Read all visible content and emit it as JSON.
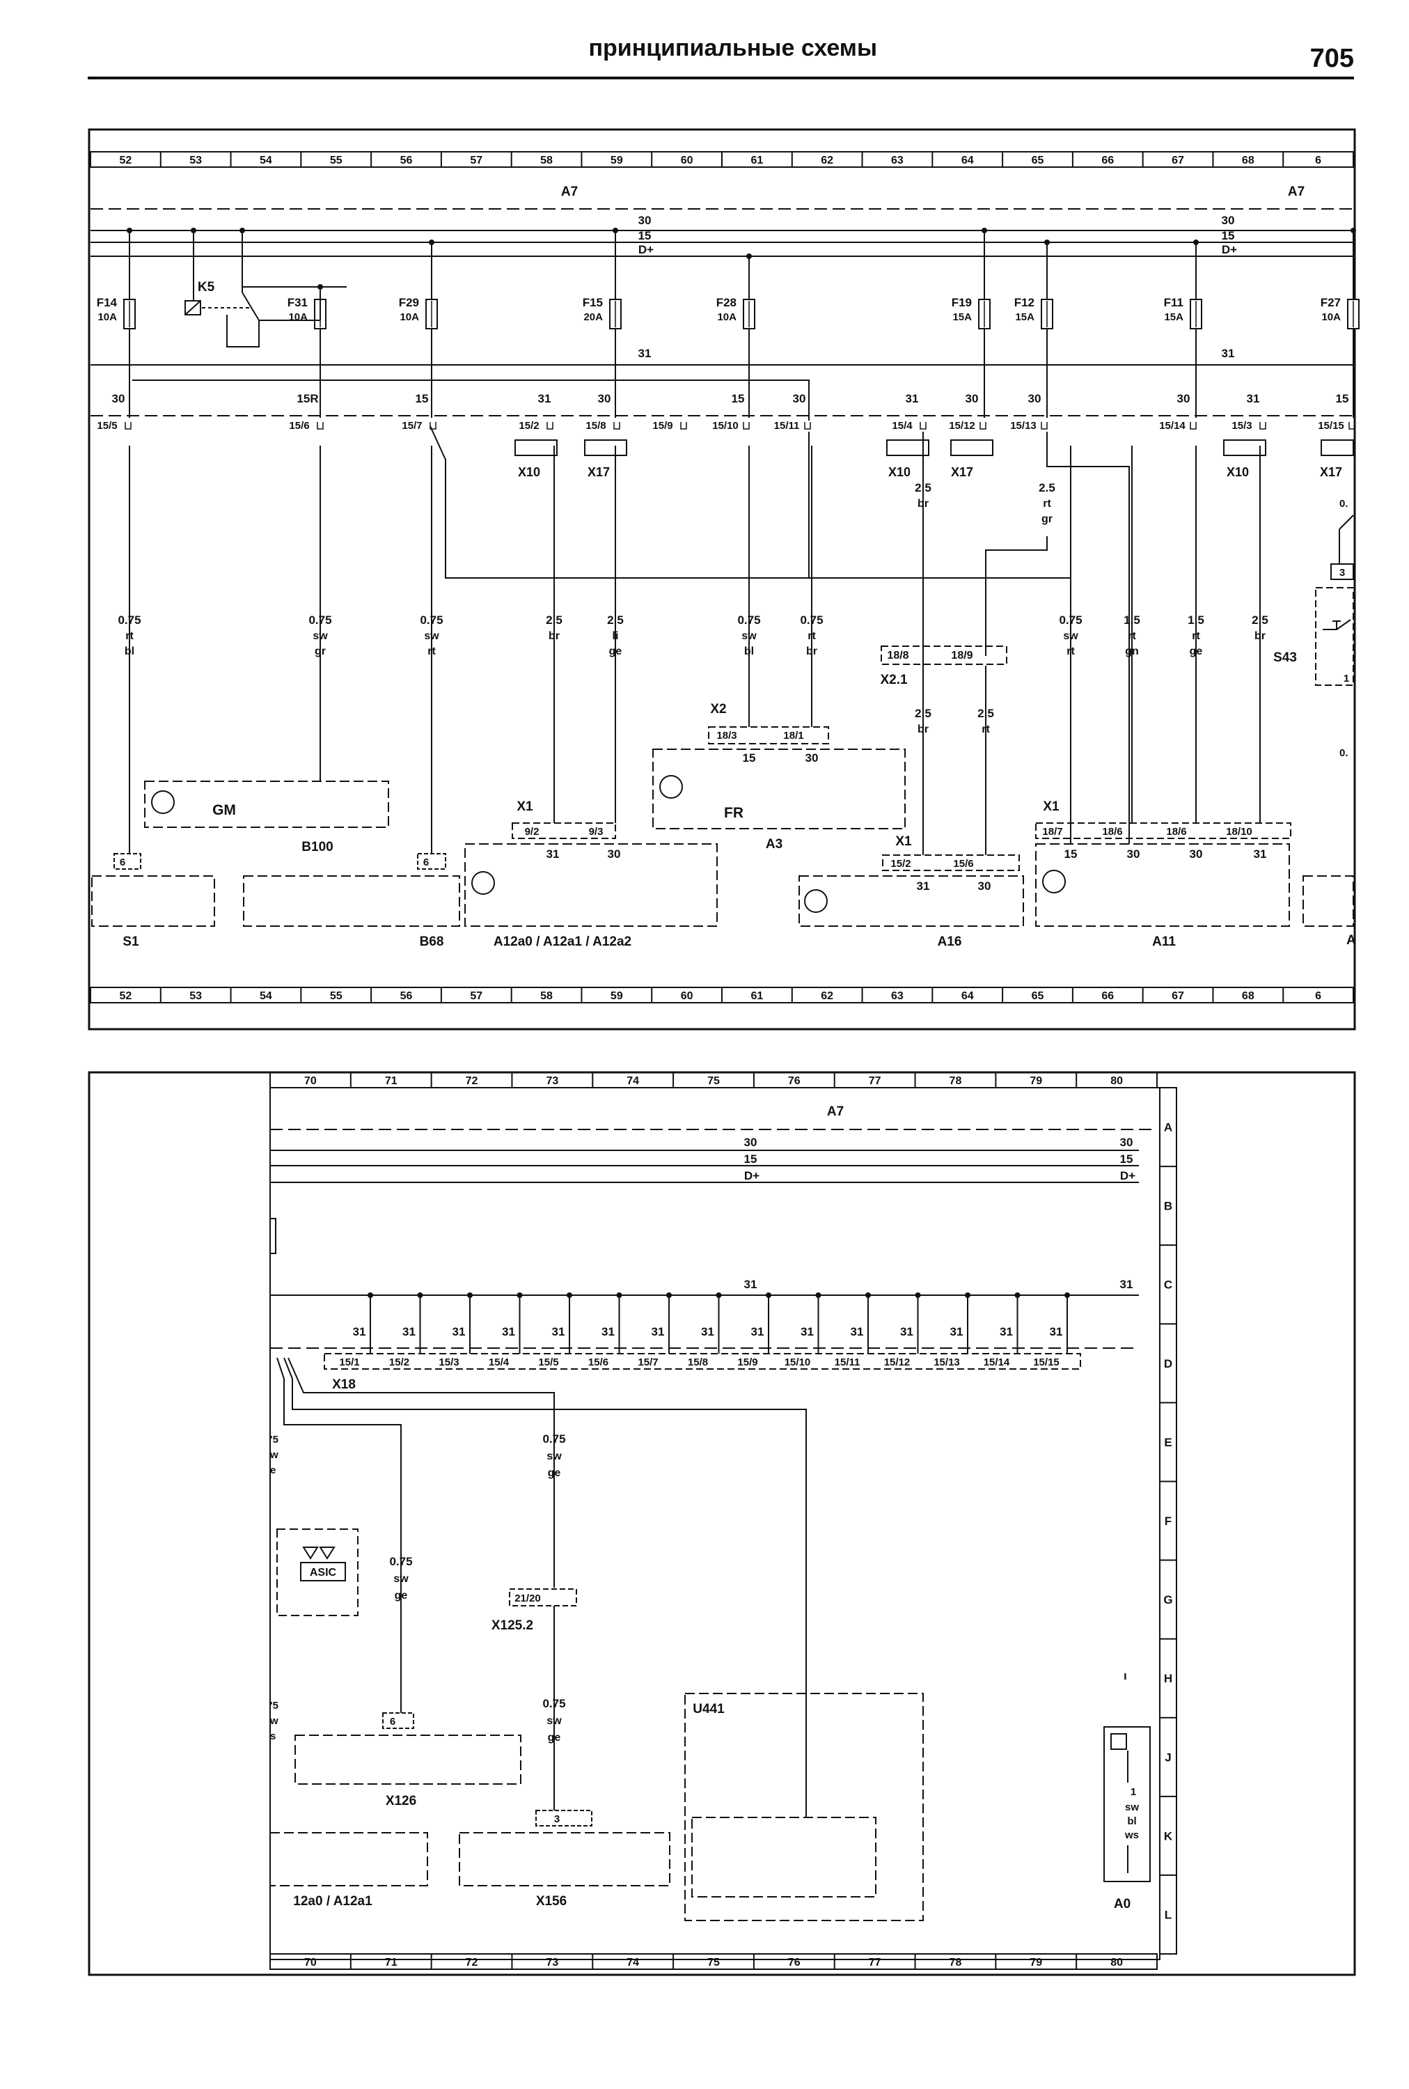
{
  "header": {
    "title": "принципиальные схемы",
    "page_number": "705"
  },
  "top_panel": {
    "grid_numbers": [
      "52",
      "53",
      "54",
      "55",
      "56",
      "57",
      "58",
      "59",
      "60",
      "61",
      "62",
      "63",
      "64",
      "65",
      "66",
      "67",
      "68",
      "6"
    ],
    "bus_label_left": "A7",
    "bus_label_right": "A7",
    "bus_lines": [
      "30",
      "15",
      "D+"
    ],
    "ground_label": "31",
    "fuses": [
      {
        "name": "F14",
        "rating": "10A"
      },
      {
        "name": "F31",
        "rating": "10A"
      },
      {
        "name": "F29",
        "rating": "10A"
      },
      {
        "name": "F15",
        "rating": "20A"
      },
      {
        "name": "F28",
        "rating": "10A"
      },
      {
        "name": "F19",
        "rating": "15A"
      },
      {
        "name": "F12",
        "rating": "15A"
      },
      {
        "name": "F11",
        "rating": "15A"
      },
      {
        "name": "F27",
        "rating": "10A"
      }
    ],
    "relay": "K5",
    "terminal_labels": [
      "30",
      "15R",
      "15",
      "31",
      "30",
      "15",
      "30",
      "31",
      "30",
      "30",
      "30",
      "31",
      "15"
    ],
    "connector_pins": [
      "15/5",
      "15/6",
      "15/7",
      "15/2",
      "15/8",
      "15/9",
      "15/10",
      "15/11",
      "15/4",
      "15/12",
      "15/13",
      "15/14",
      "15/3",
      "15/15"
    ],
    "connectors": [
      "X10",
      "X17",
      "X10",
      "X17",
      "X10",
      "X17"
    ],
    "wires": [
      {
        "gauge": "0.75",
        "c1": "rt",
        "c2": "bl"
      },
      {
        "gauge": "0.75",
        "c1": "sw",
        "c2": "gr"
      },
      {
        "gauge": "0.75",
        "c1": "sw",
        "c2": "rt"
      },
      {
        "gauge": "2.5",
        "c1": "br",
        "c2": ""
      },
      {
        "gauge": "2.5",
        "c1": "li",
        "c2": "ge"
      },
      {
        "gauge": "0.75",
        "c1": "sw",
        "c2": "bl"
      },
      {
        "gauge": "0.75",
        "c1": "rt",
        "c2": "br"
      },
      {
        "gauge": "0.75",
        "c1": "sw",
        "c2": "rt"
      },
      {
        "gauge": "1.5",
        "c1": "rt",
        "c2": "gn"
      },
      {
        "gauge": "1.5",
        "c1": "rt",
        "c2": "ge"
      },
      {
        "gauge": "2.5",
        "c1": "br",
        "c2": ""
      }
    ],
    "mid_wires": [
      {
        "gauge": "2.5",
        "c1": "br"
      },
      {
        "gauge": "2.5",
        "c1": "rt",
        "c2": "gr"
      },
      {
        "gauge": "2.5",
        "c1": "br"
      },
      {
        "gauge": "2.5",
        "c1": "rt"
      }
    ],
    "x21_pins": [
      "18/8",
      "18/9"
    ],
    "x21_label": "X2.1",
    "x2_label": "X2",
    "x2_pins": [
      "18/3",
      "18/1"
    ],
    "x2_terms": [
      "15",
      "30"
    ],
    "x1_label": "X1",
    "x1_pins_a12": [
      "9/2",
      "9/3"
    ],
    "x1_terms_a12": [
      "31",
      "30"
    ],
    "x1_pins_a16": [
      "15/2",
      "15/6"
    ],
    "x1_terms_a16": [
      "31",
      "30"
    ],
    "x1_pins_a11": [
      "18/7",
      "18/6",
      "18/6",
      "18/10"
    ],
    "x1_terms_a11": [
      "15",
      "30",
      "30",
      "31"
    ],
    "pin6": "6",
    "components": {
      "gm": "GM",
      "b100": "B100",
      "fr": "FR",
      "a3": "A3",
      "s1": "S1",
      "b68": "B68",
      "a12": "A12a0  / A12a1  / A12a2",
      "a16": "A16",
      "a11": "A11",
      "s43": "S43",
      "edge_a": "A",
      "edge_3": "3",
      "edge_1": "1",
      "edge_0a": "0.",
      "edge_0b": "0."
    }
  },
  "bottom_panel": {
    "grid_numbers": [
      "70",
      "71",
      "72",
      "73",
      "74",
      "75",
      "76",
      "77",
      "78",
      "79",
      "80"
    ],
    "row_letters": [
      "A",
      "B",
      "C",
      "D",
      "E",
      "F",
      "G",
      "H",
      "J",
      "K",
      "L"
    ],
    "bus_label": "A7",
    "bus_lines": [
      "30",
      "15",
      "D+"
    ],
    "ground_label": "31",
    "x18_pins": [
      "15/1",
      "15/2",
      "15/3",
      "15/4",
      "15/5",
      "15/6",
      "15/7",
      "15/8",
      "15/9",
      "15/10",
      "15/11",
      "15/12",
      "15/13",
      "15/14",
      "15/15"
    ],
    "x18_terms": [
      "31",
      "31",
      "31",
      "31",
      "31",
      "31",
      "31",
      "31",
      "31",
      "31",
      "31",
      "31",
      "31",
      "31",
      "31"
    ],
    "x18_label": "X18",
    "wire_upper": {
      "gauge": "0.75",
      "c1": "sw",
      "c2": "ge"
    },
    "wire_left": {
      "gauge": "0.75",
      "c1": "sw",
      "c2": "ge"
    },
    "wire_lower": {
      "gauge": "0.75",
      "c1": "sw",
      "c2": "ge"
    },
    "connector_x1252_pin": "21/20",
    "connector_x1252": "X125.2",
    "pin6": "6",
    "pin3": "3",
    "asic": "ASIC",
    "components": {
      "x126": "X126",
      "x156": "X156",
      "u441": "U441",
      "a0": "A0",
      "a12": "12a0  / A12a1"
    },
    "edge_frags": [
      "'5",
      "w",
      "e",
      "'5",
      "w",
      "s"
    ],
    "a0_wire": {
      "num": "1",
      "c1": "sw",
      "c2": "bl",
      "c3": "ws"
    }
  }
}
